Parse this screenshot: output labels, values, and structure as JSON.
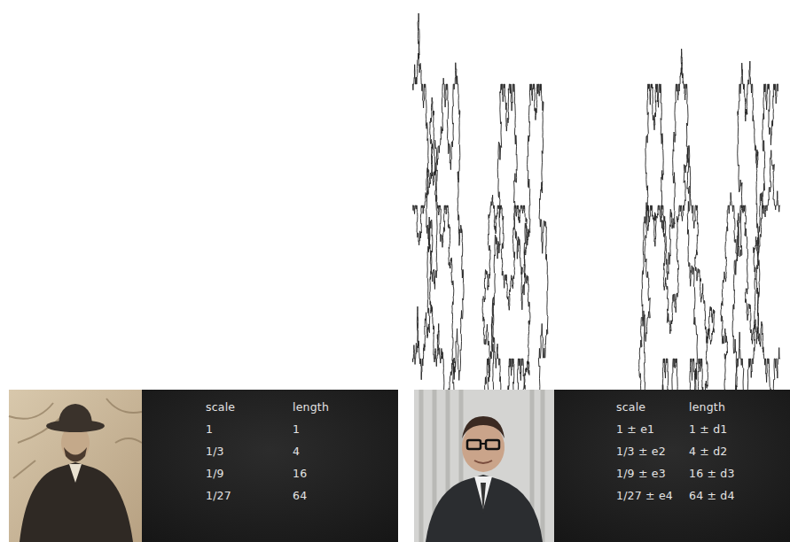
{
  "diagram": {
    "labels": [
      "scale",
      "length",
      "1",
      "1",
      "1/3",
      "4",
      "1/9",
      "16",
      "1/27",
      "64",
      "scale",
      "length",
      "1 ± e1",
      "1 ± d1",
      "1/3 ± e2",
      "4 ± d2",
      "1/9 ± e3",
      "16 ± d3",
      "1/27 ± e4",
      "64 ± d4"
    ]
  }
}
